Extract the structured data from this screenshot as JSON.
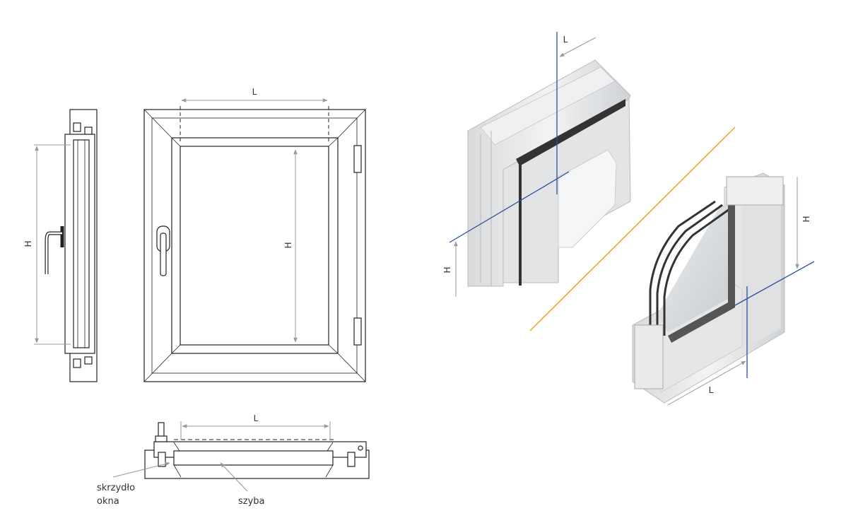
{
  "front_view": {
    "width_label": "L",
    "height_label": "H"
  },
  "side_section": {
    "height_label": "H"
  },
  "horizontal_section": {
    "width_label": "L",
    "callouts": {
      "sash_line1": "skrzydło",
      "sash_line2": "okna",
      "glass": "szyba"
    }
  },
  "iso_frame": {
    "width_label": "L",
    "height_label": "H"
  },
  "iso_window": {
    "width_label": "L",
    "height_label": "H"
  },
  "colors": {
    "cut_line": "#2a4fa0",
    "divider": "#f0a020",
    "dimension": "#999999"
  }
}
